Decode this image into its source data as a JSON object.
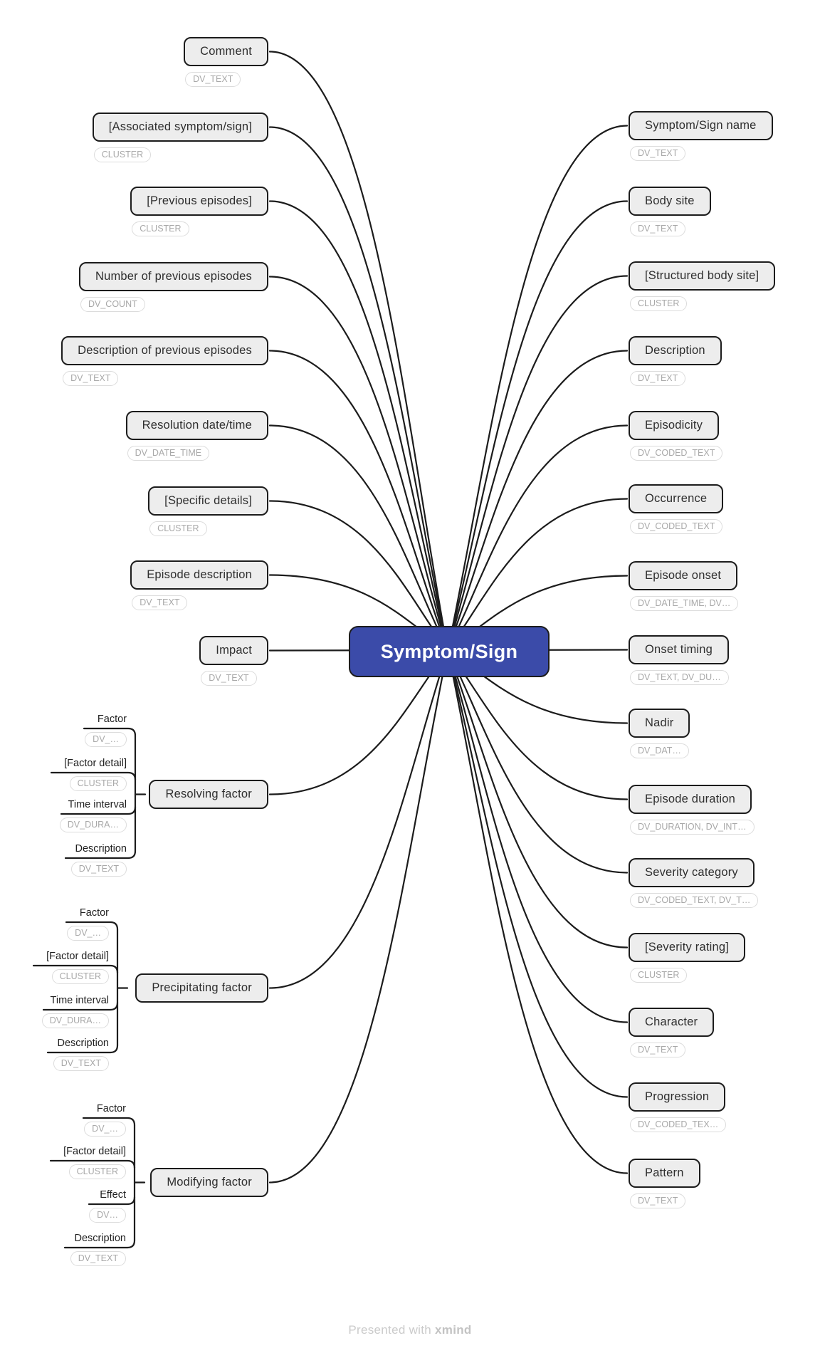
{
  "central": {
    "label": "Symptom/Sign"
  },
  "left_nodes": [
    {
      "label": "Comment",
      "type": "DV_TEXT"
    },
    {
      "label": "[Associated symptom/sign]",
      "type": "CLUSTER"
    },
    {
      "label": "[Previous episodes]",
      "type": "CLUSTER"
    },
    {
      "label": "Number of previous episodes",
      "type": "DV_COUNT"
    },
    {
      "label": "Description of previous episodes",
      "type": "DV_TEXT"
    },
    {
      "label": "Resolution date/time",
      "type": "DV_DATE_TIME"
    },
    {
      "label": "[Specific details]",
      "type": "CLUSTER"
    },
    {
      "label": "Episode description",
      "type": "DV_TEXT"
    },
    {
      "label": "Impact",
      "type": "DV_TEXT"
    }
  ],
  "factor_groups": [
    {
      "label": "Resolving factor",
      "children": [
        {
          "label": "Factor",
          "type": "DV_…"
        },
        {
          "label": "[Factor detail]",
          "type": "CLUSTER"
        },
        {
          "label": "Time interval",
          "type": "DV_DURA…"
        },
        {
          "label": "Description",
          "type": "DV_TEXT"
        }
      ]
    },
    {
      "label": "Precipitating factor",
      "children": [
        {
          "label": "Factor",
          "type": "DV_…"
        },
        {
          "label": "[Factor detail]",
          "type": "CLUSTER"
        },
        {
          "label": "Time interval",
          "type": "DV_DURA…"
        },
        {
          "label": "Description",
          "type": "DV_TEXT"
        }
      ]
    },
    {
      "label": "Modifying factor",
      "children": [
        {
          "label": "Factor",
          "type": "DV_…"
        },
        {
          "label": "[Factor detail]",
          "type": "CLUSTER"
        },
        {
          "label": "Effect",
          "type": "DV…"
        },
        {
          "label": "Description",
          "type": "DV_TEXT"
        }
      ]
    }
  ],
  "right_nodes": [
    {
      "label": "Symptom/Sign name",
      "type": "DV_TEXT"
    },
    {
      "label": "Body site",
      "type": "DV_TEXT"
    },
    {
      "label": "[Structured body site]",
      "type": "CLUSTER"
    },
    {
      "label": "Description",
      "type": "DV_TEXT"
    },
    {
      "label": "Episodicity",
      "type": "DV_CODED_TEXT"
    },
    {
      "label": "Occurrence",
      "type": "DV_CODED_TEXT"
    },
    {
      "label": "Episode onset",
      "type": "DV_DATE_TIME, DV…"
    },
    {
      "label": "Onset timing",
      "type": "DV_TEXT, DV_DU…"
    },
    {
      "label": "Nadir",
      "type": "DV_DAT…"
    },
    {
      "label": "Episode duration",
      "type": "DV_DURATION, DV_INT…"
    },
    {
      "label": "Severity category",
      "type": "DV_CODED_TEXT, DV_T…"
    },
    {
      "label": "[Severity rating]",
      "type": "CLUSTER"
    },
    {
      "label": "Character",
      "type": "DV_TEXT"
    },
    {
      "label": "Progression",
      "type": "DV_CODED_TEX…"
    },
    {
      "label": "Pattern",
      "type": "DV_TEXT"
    }
  ],
  "watermark": {
    "prefix": "Presented with",
    "brand": "xmind"
  },
  "colors": {
    "central_bg": "#3B4BA9",
    "central_text": "#FFFFFF",
    "node_bg": "#EDEDED",
    "node_border": "#1C1C1C",
    "line": "#1C1C1C",
    "tag_border": "#DCDCDC",
    "tag_text": "#A8A8A8",
    "watermark": "#CBCBCB"
  }
}
